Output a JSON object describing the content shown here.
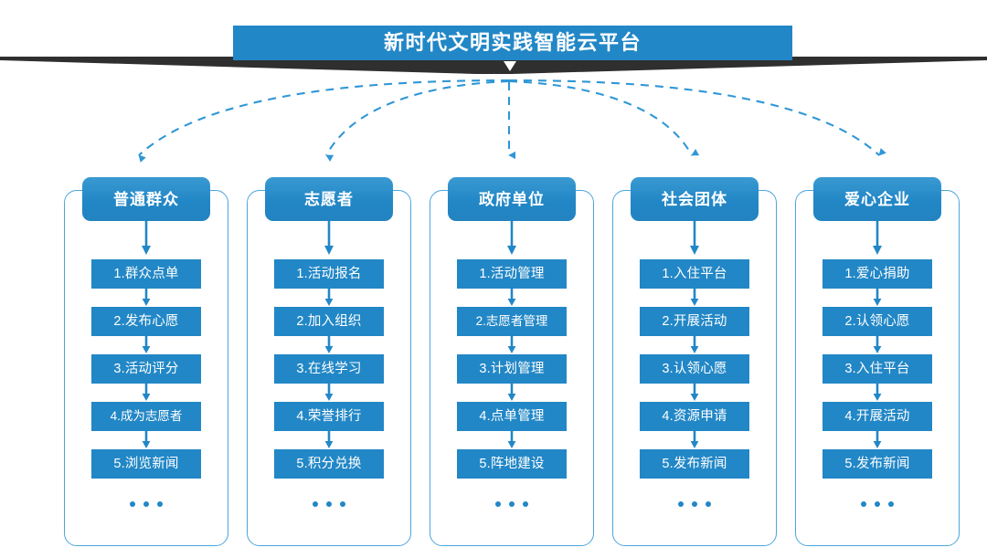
{
  "header": {
    "title": "新时代文明实践智能云平台",
    "bar_color": "#2287c6",
    "shadow_color": "#2f2f2f",
    "chevron": "down-chevron"
  },
  "theme": {
    "primary": "#2287c6",
    "frame_border": "#4aa6dd",
    "arrow": "#2287c6",
    "dashed_arrow": "#2f97d6",
    "text_on_primary": "#ffffff",
    "background": "#ffffff"
  },
  "ellipsis_label": "...",
  "columns": [
    {
      "name": "普通群众",
      "items": [
        "1.群众点单",
        "2.发布心愿",
        "3.活动评分",
        "4.成为志愿者",
        "5.浏览新闻"
      ]
    },
    {
      "name": "志愿者",
      "items": [
        "1.活动报名",
        "2.加入组织",
        "3.在线学习",
        "4.荣誉排行",
        "5.积分兑换"
      ]
    },
    {
      "name": "政府单位",
      "items": [
        "1.活动管理",
        "2.志愿者管理",
        "3.计划管理",
        "4.点单管理",
        "5.阵地建设"
      ]
    },
    {
      "name": "社会团体",
      "items": [
        "1.入住平台",
        "2.开展活动",
        "3.认领心愿",
        "4.资源申请",
        "5.发布新闻"
      ]
    },
    {
      "name": "爱心企业",
      "items": [
        "1.爱心捐助",
        "2.认领心愿",
        "3.入住平台",
        "4.开展活动",
        "5.发布新闻"
      ]
    }
  ]
}
